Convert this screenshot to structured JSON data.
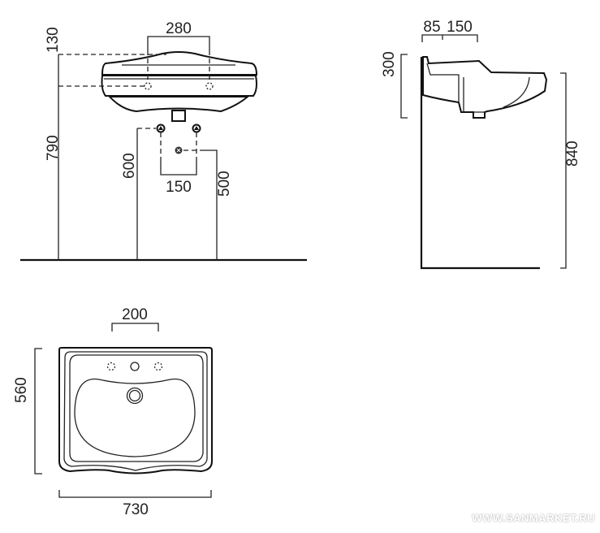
{
  "front_view": {
    "dim_tap_spacing": "280",
    "dim_rim_height": "130",
    "dim_overall_height": "790",
    "dim_supply_height": "600",
    "dim_supply_spacing": "150",
    "dim_drain_height": "500"
  },
  "side_view": {
    "dim_wall_offset": "85",
    "dim_drain_offset": "150",
    "dim_basin_depth": "300",
    "dim_rim_height": "840"
  },
  "top_view": {
    "dim_tap_holes": "200",
    "dim_depth": "560",
    "dim_width": "730"
  },
  "watermark": "WWW.SANMARKET.RU"
}
